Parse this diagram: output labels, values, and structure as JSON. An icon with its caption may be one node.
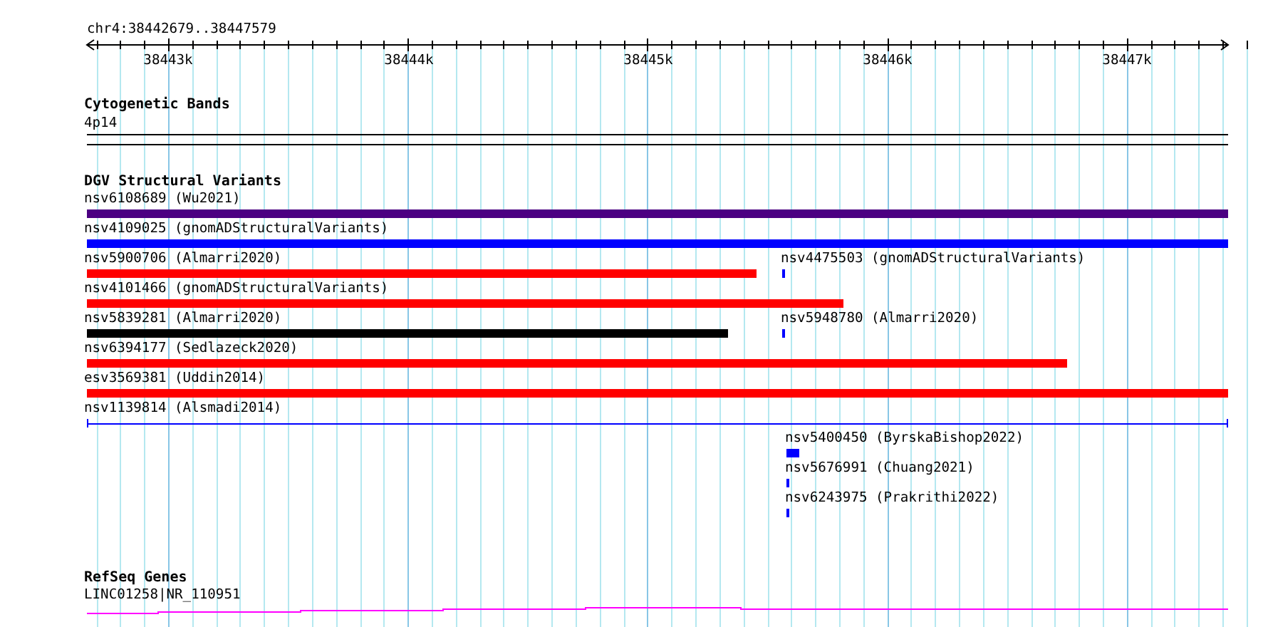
{
  "diagram": {
    "nodes": [
      {
        "text": [
          "4p14"
        ]
      },
      {
        "text": [
          "nsv6108689 (Wu2021)"
        ]
      },
      {
        "text": [
          "nsv4109025 (gnomADStructuralVariants)"
        ]
      },
      {
        "text": [
          "nsv5900706 (Almarri2020)"
        ]
      },
      {
        "text": [
          "nsv4475503 (gnomADStructuralVariants)"
        ]
      },
      {
        "text": [
          "nsv4101466 (gnomADStructuralVariants)"
        ]
      },
      {
        "text": [
          "nsv5839281 (Almarri2020)"
        ]
      },
      {
        "text": [
          "nsv5948780 (Almarri2020)"
        ]
      },
      {
        "text": [
          "nsv6394177 (Sedlazeck2020)"
        ]
      },
      {
        "text": [
          "esv3569381 (Uddin2014)"
        ]
      },
      {
        "text": [
          "nsv1139814 (Alsmadi2014)"
        ]
      },
      {
        "text": [
          "nsv5400450 (ByrskaBishop2022)"
        ]
      },
      {
        "text": [
          "nsv5676991 (Chuang2021)"
        ]
      },
      {
        "text": [
          "nsv6243975 (Prakrithi2022)"
        ]
      },
      {
        "text": [
          "LINC01258|NR_110951"
        ]
      }
    ],
    "edges": [],
    "labels": [
      "chr4:38442679..38447579",
      "38443k",
      "38444k",
      "38445k",
      "38446k",
      "38447k",
      "Cytogenetic Bands",
      "DGV Structural Variants",
      "RefSeq Genes"
    ]
  }
}
